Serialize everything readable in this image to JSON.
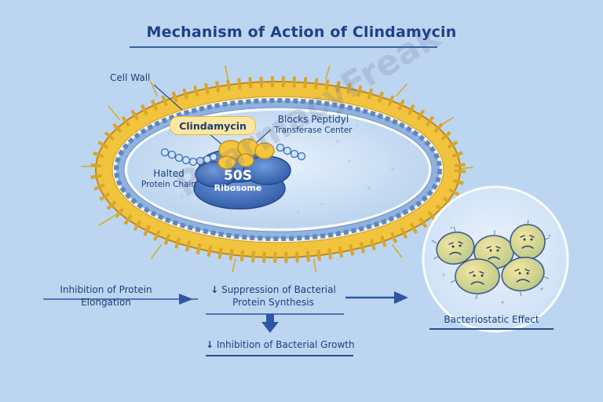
{
  "title": "Mechanism of Action of Clindamycin",
  "labels": {
    "cell_wall": "Cell Wall",
    "drug": "Clindamycin",
    "blocks_line1": "Blocks Peptidyl",
    "blocks_line2": "Transferase Center",
    "halted_line1": "Halted",
    "halted_line2": "Protein Chain",
    "ribosome_line1": "50S",
    "ribosome_line2": "Ribosome"
  },
  "flow": {
    "step1_line1": "Inhibition of Protein",
    "step1_line2": "Elongation",
    "step2_arrow": "↓",
    "step2_line1": "Suppression of Bacterial",
    "step2_line2": "Protein Synthesis",
    "step3_arrow": "↓",
    "step3": "Inhibition of Bacterial Growth",
    "effect": "Bacteriostatic Effect"
  },
  "watermark": "PharmacyFreak",
  "colors": {
    "background": "#bcd6f2",
    "cell_wall_gold": "#f2c43e",
    "ribosome_blue": "#3a67b5",
    "drug_yellow": "#f5c63c",
    "text_navy": "#1d3f78"
  }
}
